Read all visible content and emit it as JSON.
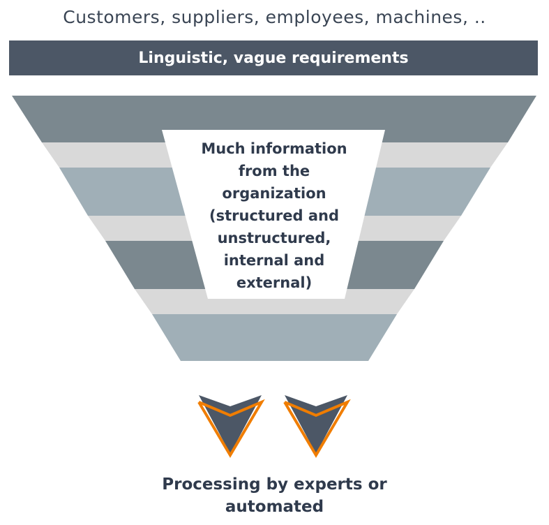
{
  "top_caption": "Customers, suppliers, employees, machines, ..",
  "banner_text": "Linguistic, vague requirements",
  "center_text": "Much information\nfrom the\norganization\n(structured and\nunstructured,\ninternal and\nexternal)",
  "bottom_caption": "Processing by experts or\nautomated",
  "colors": {
    "banner": "#4c5766",
    "layer_dark": "#7b888f",
    "layer_light": "#a0afb7",
    "connector": "#d9d9d9",
    "chevron_fill": "#4c5766",
    "chevron_outline": "#f07d00",
    "text": "#2f3a4c"
  },
  "icons": [
    "chevron-down-icon",
    "chevron-down-icon"
  ]
}
